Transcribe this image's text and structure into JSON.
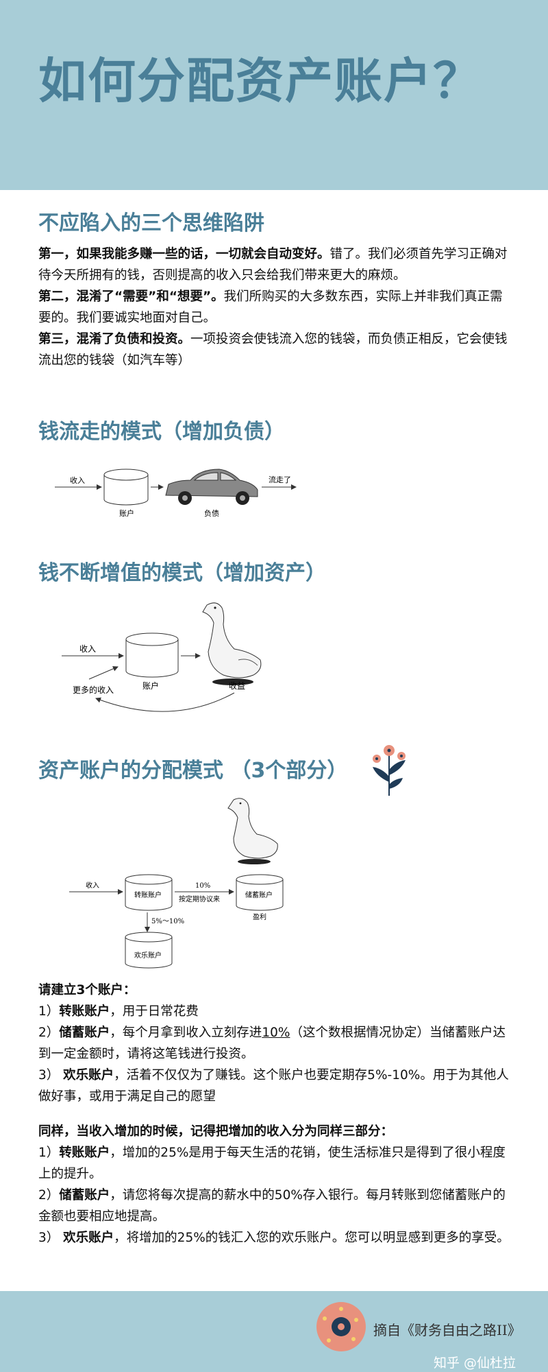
{
  "header": {
    "title": "如何分配资产账户？"
  },
  "section1": {
    "heading": "不应陷入的三个思维陷阱",
    "items": [
      {
        "bold": "第一，如果我能多赚一些的话，一切就会自动变好。",
        "text": "错了。我们必须首先学习正确对待今天所拥有的钱，否则提高的收入只会给我们带来更大的麻烦。"
      },
      {
        "bold": "第二，混淆了“需要”和“想要”。",
        "text": "我们所购买的大多数东西，实际上并非我们真正需要的。我们要诚实地面对自己。"
      },
      {
        "bold": "第三，混淆了负债和投资。",
        "text": "一项投资会使钱流入您的钱袋，而负债正相反，它会使钱流出您的钱袋（如汽车等）"
      }
    ]
  },
  "section2": {
    "heading": "钱流走的模式（增加负债）",
    "diagram": {
      "in_label": "收入",
      "account_label": "账户",
      "car_label": "负债",
      "out_label": "流走了"
    }
  },
  "section3": {
    "heading": "钱不断增值的模式（增加资产）",
    "diagram": {
      "in_label": "收入",
      "more_label": "更多的收入",
      "account_label": "账户",
      "gain_label": "收益"
    }
  },
  "section4": {
    "heading": "资产账户的分配模式 （3个部分）",
    "diagram": {
      "in_label": "收入",
      "transfer_account": "转账账户",
      "pct_10": "10%",
      "agreement": "按定期协议来",
      "savings_account": "储蓄账户",
      "profit": "盈利",
      "pct_range": "5%～10%",
      "fun_account": "欢乐账户"
    },
    "intro": "请建立3个账户：",
    "accounts": [
      {
        "num": "1）",
        "bold": "转账账户",
        "text": "，用于日常花费"
      },
      {
        "num": "2）",
        "bold": "储蓄账户",
        "text_a": "，每个月拿到收入立刻存进",
        "underline": "10%",
        "text_b": "（这个数根据情况协定）当储蓄账户达到一定金额时，请将这笔钱进行投资。"
      },
      {
        "num": "3） ",
        "bold": "欢乐账户",
        "text": "，活着不仅仅为了赚钱。这个账户也要定期存5%-10%。用于为其他人做好事，或用于满足自己的愿望"
      }
    ],
    "increase_intro": "同样，当收入增加的时候，记得把增加的收入分为同样三部分：",
    "increase": [
      {
        "num": "1）",
        "bold": "转账账户",
        "text": "，增加的25%是用于每天生活的花销，使生活标准只是得到了很小程度上的提升。"
      },
      {
        "num": "2）",
        "bold": "储蓄账户",
        "text": "，请您将每次提高的薪水中的50%存入银行。每月转账到您储蓄账户的金额也要相应地提高。"
      },
      {
        "num": "3） ",
        "bold": "欢乐账户",
        "text": "，将增加的25%的钱汇入您的欢乐账户。您可以明显感到更多的享受。"
      }
    ]
  },
  "footer": {
    "credit": "摘自《财务自由之路II》",
    "watermark": "知乎 @仙杜拉"
  },
  "colors": {
    "accent": "#4a7f98",
    "band": "#a8cdd7"
  }
}
